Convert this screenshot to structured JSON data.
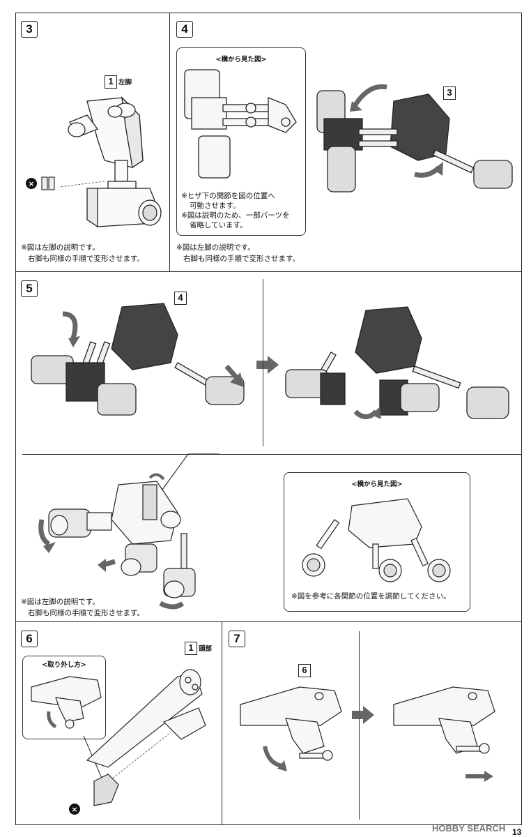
{
  "steps": [
    {
      "num": "3",
      "part_label": "左脚",
      "part_num": "1",
      "note_line1": "※図は左脚の説明です。",
      "note_line2": "右脚も同様の手順で変形させます。"
    },
    {
      "num": "4",
      "part_num": "3",
      "side_view_title": "<横から見た図>",
      "box_note1": "※ヒザ下の関節を図の位置へ",
      "box_note2": "可動させます。",
      "box_note3": "※図は説明のため、一部パーツを",
      "box_note4": "省略しています。",
      "note_line1": "※図は左脚の説明です。",
      "note_line2": "右脚も同様の手順で変形させます。"
    },
    {
      "num": "5",
      "part_num": "4",
      "side_view_title": "<横から見た図>",
      "box_note": "※図を参考に各関節の位置を調節してください。",
      "note_line1": "※図は左脚の説明です。",
      "note_line2": "右脚も同様の手順で変形させます。"
    },
    {
      "num": "6",
      "part_label": "頭部",
      "part_num": "1",
      "removal_title": "<取り外し方>"
    },
    {
      "num": "7",
      "part_num": "6"
    }
  ],
  "watermark": "HOBBY SEARCH",
  "page_number": "13"
}
